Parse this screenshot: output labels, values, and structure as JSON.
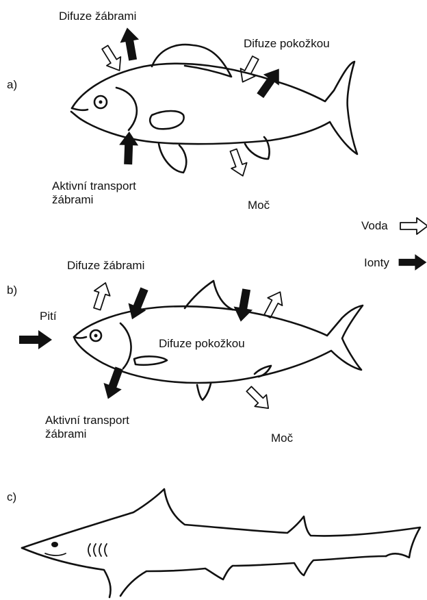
{
  "panel_a": {
    "letter": "a)",
    "gill_diffusion": "Difuze žábrami",
    "skin_diffusion": "Difuze pokožkou",
    "active_transport_l1": "Aktivní transport",
    "active_transport_l2": "žábrami",
    "urine": "Moč"
  },
  "legend": {
    "water": "Voda",
    "ions": "Ionty"
  },
  "panel_b": {
    "letter": "b)",
    "gill_diffusion": "Difuze žábrami",
    "drinking": "Pití",
    "skin_diffusion": "Difuze pokožkou",
    "active_transport_l1": "Aktivní transport",
    "active_transport_l2": "žábrami",
    "urine": "Moč"
  },
  "panel_c": {
    "letter": "c)"
  },
  "colors": {
    "ink": "#111111",
    "paper": "#ffffff"
  }
}
